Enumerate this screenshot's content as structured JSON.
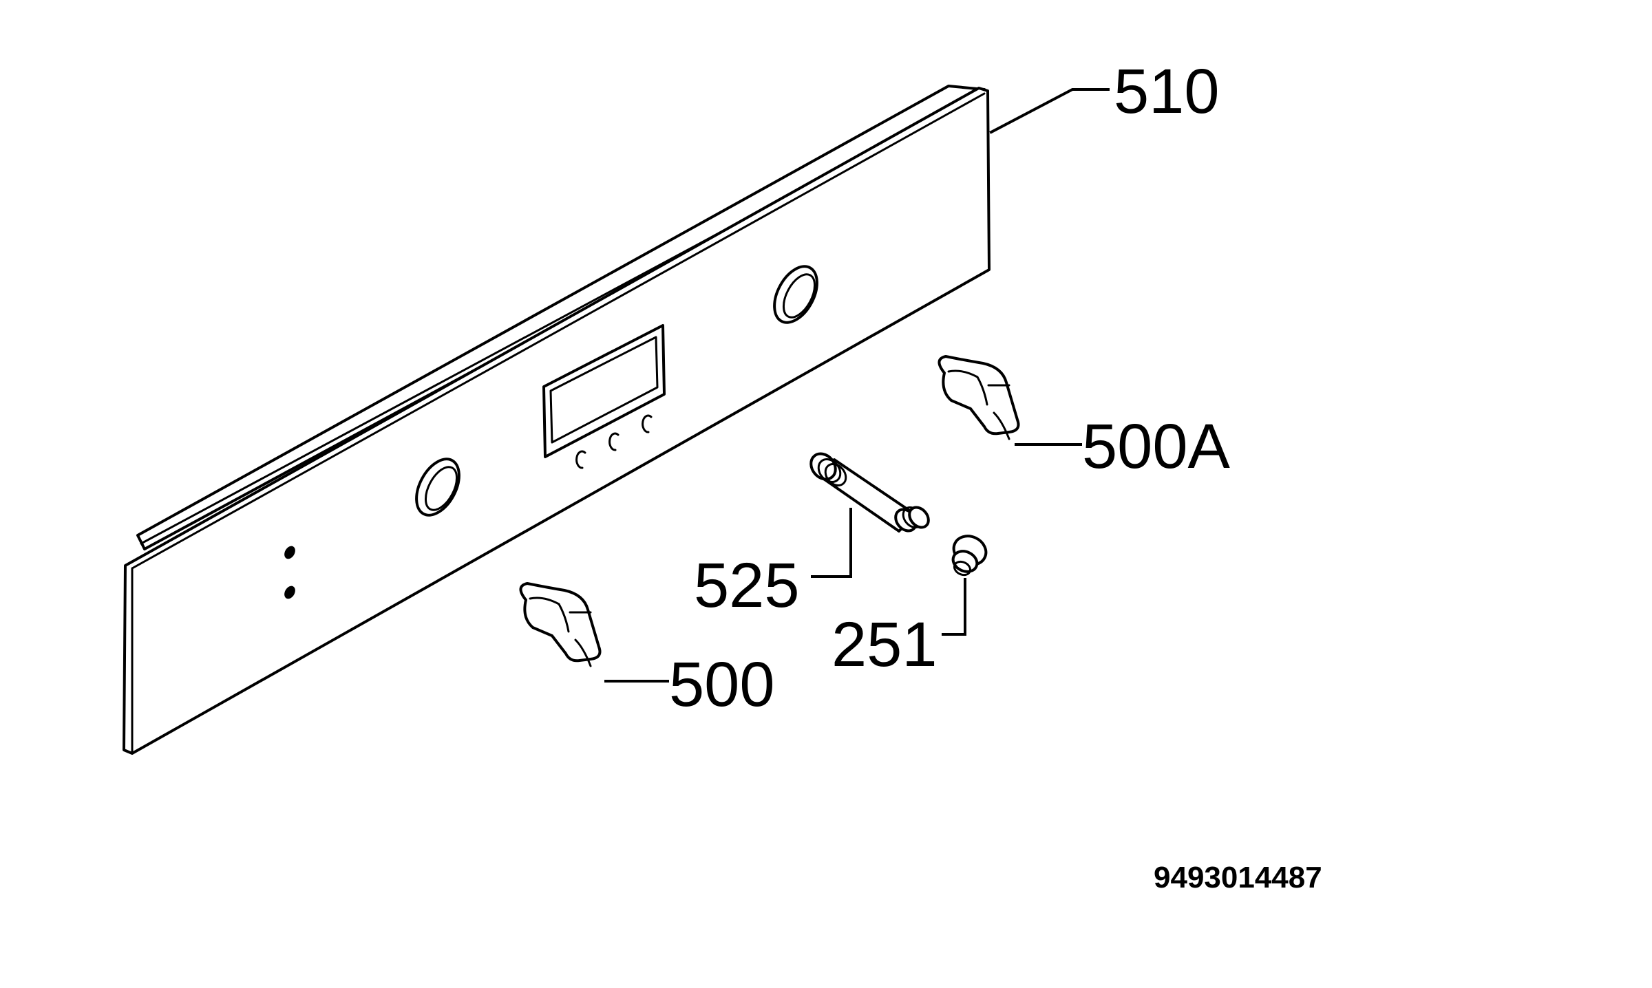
{
  "parts": [
    {
      "id": "p510",
      "label": "510"
    },
    {
      "id": "p500A",
      "label": "500A"
    },
    {
      "id": "p525",
      "label": "525"
    },
    {
      "id": "p251",
      "label": "251"
    },
    {
      "id": "p500",
      "label": "500"
    }
  ],
  "document_number": "9493014487"
}
